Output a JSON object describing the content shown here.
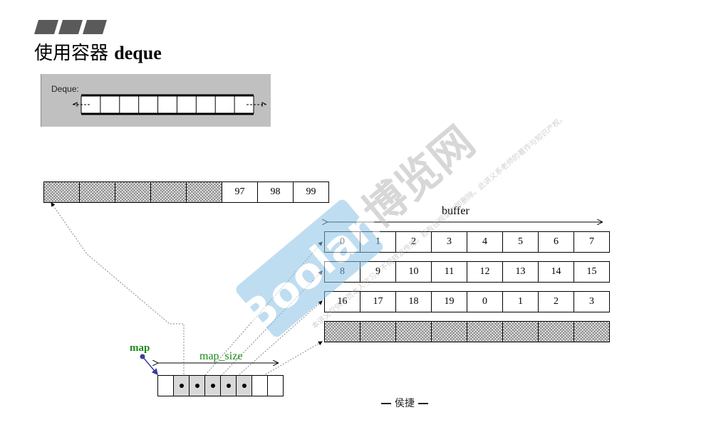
{
  "title": {
    "prefix": "使用容器",
    "keyword": "deque"
  },
  "deque_diagram": {
    "label": "Deque:",
    "cells": 9
  },
  "top_block": {
    "hatched": 5,
    "values": [
      "97",
      "98",
      "99"
    ]
  },
  "buffer": {
    "label": "buffer",
    "rows": [
      [
        "0",
        "1",
        "2",
        "3",
        "4",
        "5",
        "6",
        "7"
      ],
      [
        "8",
        "9",
        "10",
        "11",
        "12",
        "13",
        "14",
        "15"
      ],
      [
        "16",
        "17",
        "18",
        "19",
        "0",
        "1",
        "2",
        "3"
      ],
      []
    ]
  },
  "map": {
    "label": "map",
    "size_label": "map_size",
    "cells": 8,
    "used": [
      1,
      2,
      3,
      4,
      5
    ]
  },
  "author": "侯捷",
  "watermark": {
    "logo": "Boolan",
    "name": "博览网",
    "notice": "本讲义仅供学员本人学习、不得转发传播。若有违规请立即删除。此讲义系老师的著作与知识产权。"
  },
  "colors": {
    "hatch": "#9a9a9a",
    "green": "#1a8a1a",
    "map_arrow": "#3a3aa0",
    "watermark_blue": "#8cc3e6"
  }
}
